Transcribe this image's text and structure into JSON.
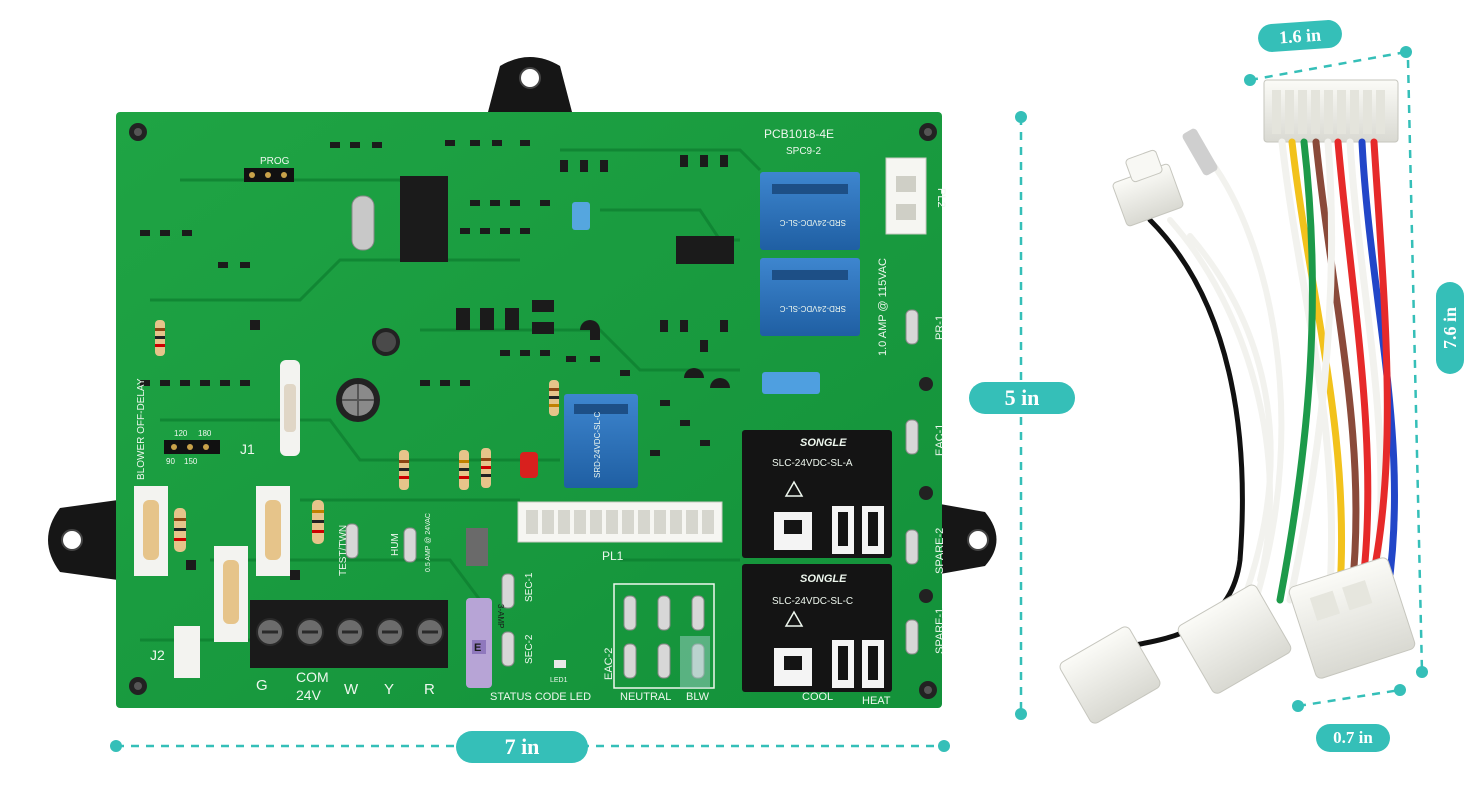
{
  "colors": {
    "accent": "#35bfb8",
    "pcb_green": "#189a3c",
    "pcb_dark": "#0f7a2c",
    "relay_blue": "#2a6fb5",
    "relay_black": "#141414",
    "silk": "#eef7ee",
    "mount_black": "#161616"
  },
  "dimensions": {
    "board_width": "7 in",
    "board_height": "5 in",
    "harness_width": "1.6 in",
    "harness_length": "7.6 in",
    "harness_plug": "0.7 in"
  },
  "board": {
    "model": "PCB1018-4E",
    "revision": "SPC9-2",
    "prog": "PROG",
    "blower_delay": "BLOWER OFF-DELAY",
    "delay_values": [
      "120",
      "180",
      "90",
      "150"
    ],
    "j1": "J1",
    "j2": "J2",
    "pl1": "PL1",
    "pl2": "PL2",
    "fuse_rating": "1.0 AMP @ 115VAC",
    "fuse_label": "3-AMP",
    "test_twin": "TEST/TWN",
    "hum": "HUM",
    "hum_rating": "0.5 AMP @ 24VAC",
    "sec1": "SEC-1",
    "sec2": "SEC-2",
    "eac1": "EAC-1",
    "eac2": "EAC-2",
    "spare1": "SPARE-1",
    "spare2": "SPARE-2",
    "pr1": "PR-1",
    "led": "LED1",
    "status_led": "STATUS CODE LED",
    "neutral": "NEUTRAL",
    "blw": "BLW",
    "cool": "COOL",
    "heat": "HEAT",
    "terminals": [
      "G",
      "COM\n24V",
      "W",
      "Y",
      "R"
    ],
    "relay_brand": "SONGLE",
    "relay_big_1": "SLC-24VDC-SL-A",
    "relay_big_2": "SLC-24VDC-SL-C",
    "relay_small": "SRD-24VDC-SL-C"
  }
}
